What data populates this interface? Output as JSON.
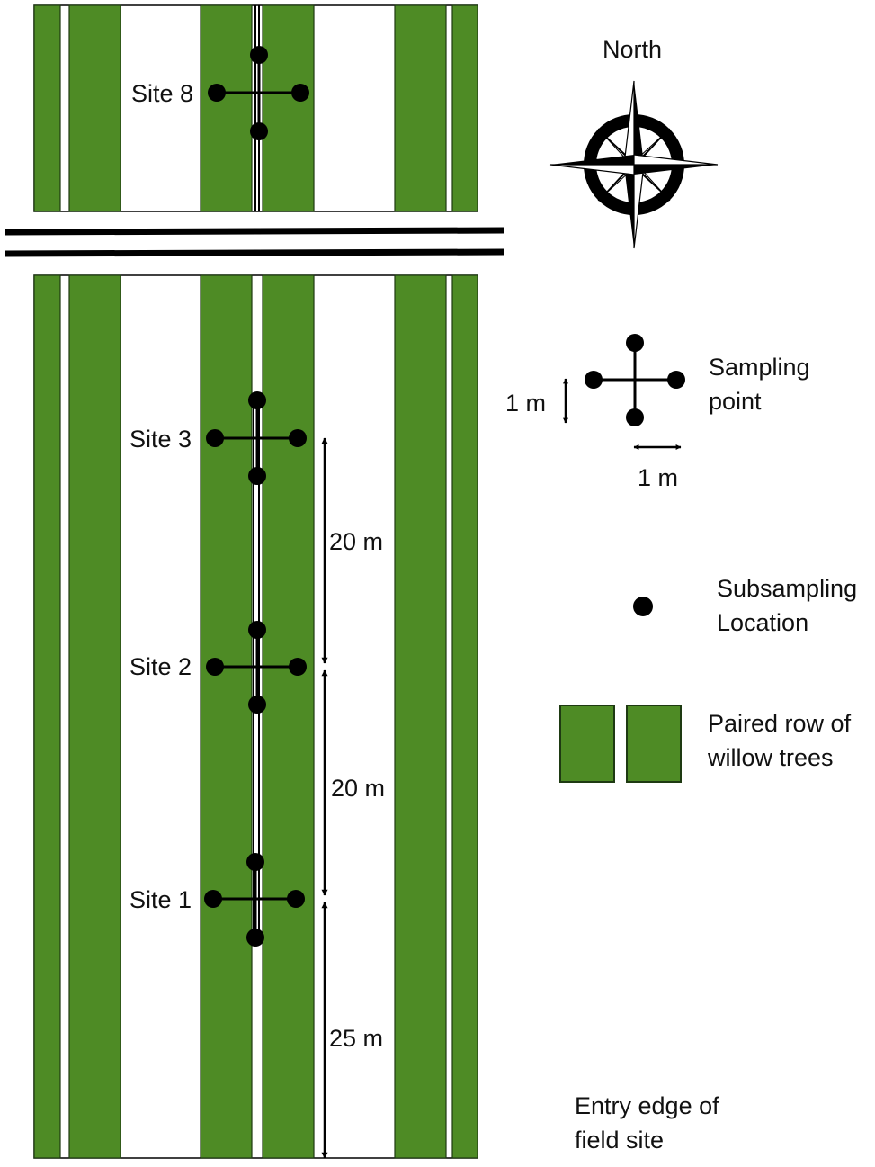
{
  "colors": {
    "tree_row": "#4e8b25",
    "outline": "#1e3a12",
    "ink": "#000000",
    "background": "#ffffff"
  },
  "compass": {
    "label": "North",
    "icon": "compass-rose-icon"
  },
  "sites": {
    "site8": "Site 8",
    "site3": "Site 3",
    "site2": "Site 2",
    "site1": "Site 1"
  },
  "distances": {
    "site3_to_site2": "20 m",
    "site2_to_site1": "20 m",
    "site1_to_entry": "25 m"
  },
  "legend": {
    "sampling_point": {
      "line1": "Sampling",
      "line2": "point"
    },
    "vertical_scale": "1 m",
    "horizontal_scale": "1 m",
    "subsampling": {
      "line1": "Subsampling",
      "line2": "Location"
    },
    "paired_row": {
      "line1": "Paired row of",
      "line2": "willow trees"
    }
  },
  "entry_edge": {
    "line1": "Entry edge of",
    "line2": "field site"
  }
}
